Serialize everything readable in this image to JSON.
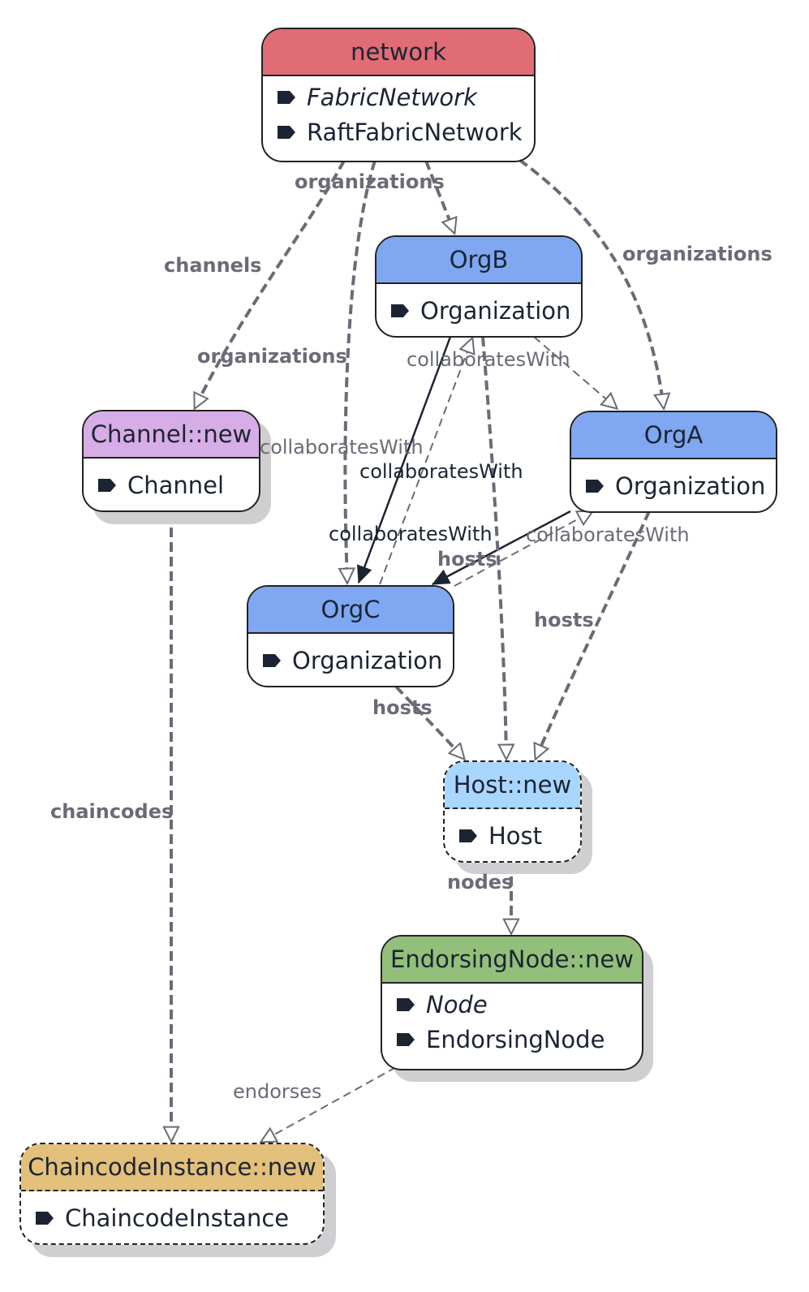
{
  "colors": {
    "network": "#e06c75",
    "org": "#7fa7f2",
    "channel": "#d6ade6",
    "host": "#a9d6ff",
    "endorsing": "#92c07a",
    "chaincode": "#e3c07a",
    "edge": "#6b6b78",
    "edge_dark": "#1c2433"
  },
  "nodes": {
    "network": {
      "title": "network",
      "types": [
        "FabricNetwork",
        "RaftFabricNetwork"
      ]
    },
    "orgB": {
      "title": "OrgB",
      "types": [
        "Organization"
      ]
    },
    "orgA": {
      "title": "OrgA",
      "types": [
        "Organization"
      ]
    },
    "orgC": {
      "title": "OrgC",
      "types": [
        "Organization"
      ]
    },
    "channel": {
      "title": "Channel::new",
      "types": [
        "Channel"
      ]
    },
    "host": {
      "title": "Host::new",
      "types": [
        "Host"
      ]
    },
    "endorsing": {
      "title": "EndorsingNode::new",
      "types": [
        "Node",
        "EndorsingNode"
      ]
    },
    "chaincode": {
      "title": "ChaincodeInstance::new",
      "types": [
        "ChaincodeInstance"
      ]
    }
  },
  "edges": {
    "organizations_top": "organizations",
    "organizations_right": "organizations",
    "organizations_left": "organizations",
    "channels": "channels",
    "collab_b_label": "collaboratesWith",
    "collab_left": "collaboratesWith",
    "collab_mid": "collaboratesWith",
    "collab_c": "collaboratesWith",
    "collab_a": "collaboratesWith",
    "hosts_a_c": "hosts",
    "hosts_a": "hosts",
    "hosts_c": "hosts",
    "chaincodes": "chaincodes",
    "nodes": "nodes",
    "endorses": "endorses"
  }
}
